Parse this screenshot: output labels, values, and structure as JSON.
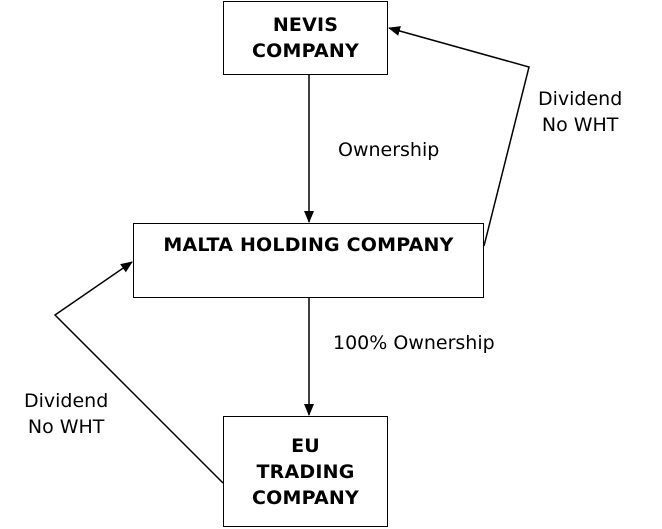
{
  "entities": {
    "nevis": [
      "NEVIS",
      "COMPANY"
    ],
    "malta": [
      "MALTA HOLDING COMPANY"
    ],
    "eu": [
      "EU",
      "TRADING",
      "COMPANY"
    ]
  },
  "relations": {
    "ownership": "Ownership",
    "ownership_100": "100% Ownership",
    "dividend_right": [
      "Dividend",
      "No WHT"
    ],
    "dividend_left": [
      "Dividend",
      "No WHT"
    ]
  }
}
